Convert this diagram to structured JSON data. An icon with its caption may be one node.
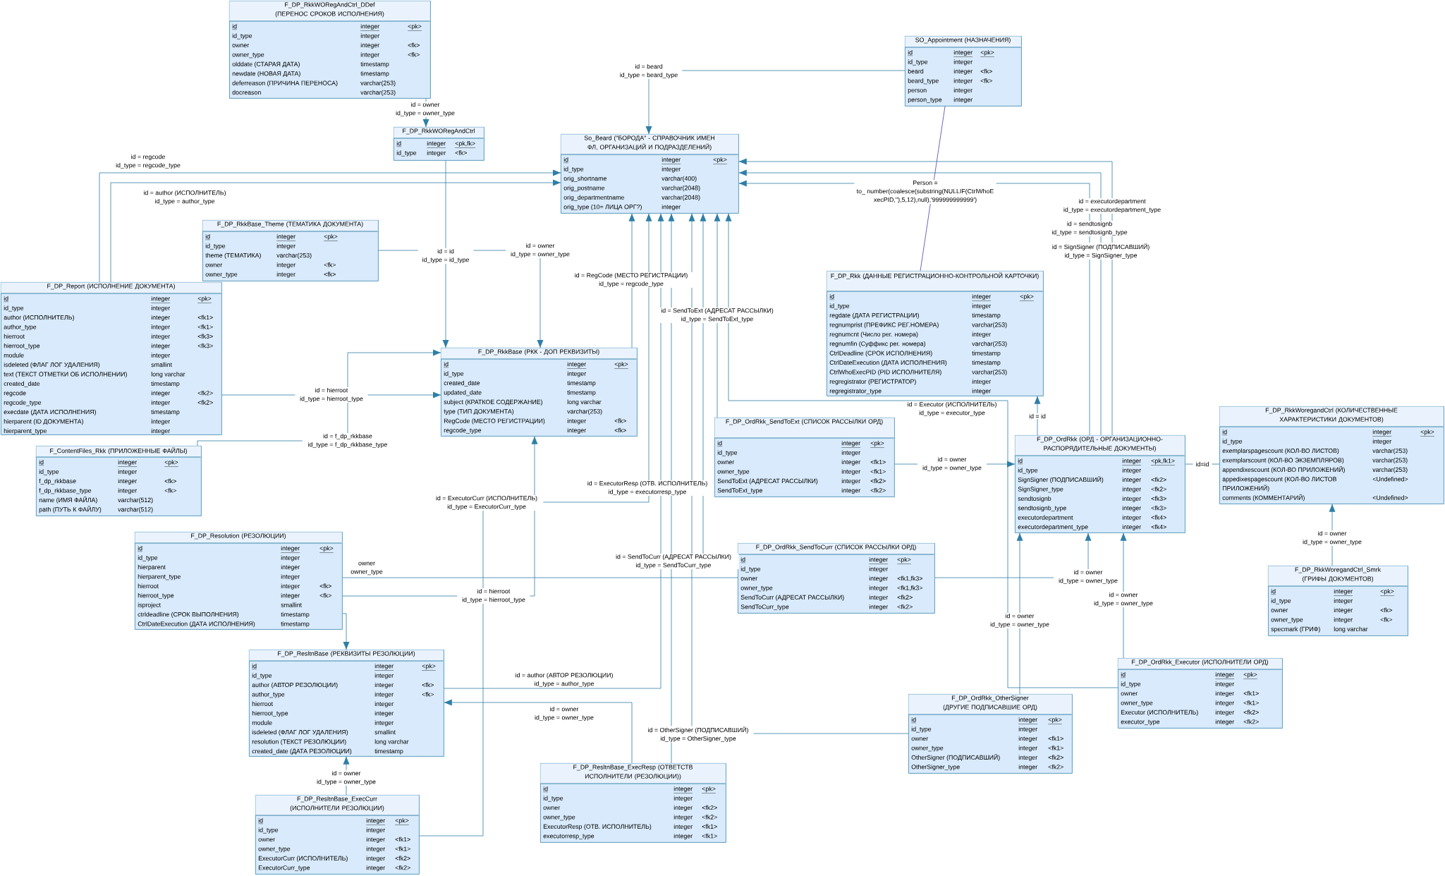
{
  "diagram": {
    "nodes": [
      {
        "text": [
          "F_DP_RkkWORegAndCtrl_DDef (ПЕРЕНОС СРОКОВ ИСПОЛНЕНИЯ)"
        ]
      },
      {
        "text": [
          "F_DP_RkkWORegAndCtrl"
        ]
      },
      {
        "text": [
          "SO_Appointment (НАЗНАЧЕНИЯ)"
        ]
      },
      {
        "text": [
          "So_Beard (\"БОРОДА\" - СПРАВОЧНИК ИМЕН ФЛ, ОРГАНИЗАЦИЙ И ПОДРАЗДЕЛЕНИЙ)"
        ]
      },
      {
        "text": [
          "F_DP_RkkBase_Theme (ТЕМАТИКА ДОКУМЕНТА)"
        ]
      },
      {
        "text": [
          "F_DP_Report (ИСПОЛНЕНИЕ ДОКУМЕНТА)"
        ]
      },
      {
        "text": [
          "F_DP_Rkk (ДАННЫЕ РЕГИСТРАЦИОННО-КОНТРОЛЬНОЙ КАРТОЧКИ)"
        ]
      },
      {
        "text": [
          "F_DP_RkkBase (РКК - ДОП РЕКВИЗИТЫ)"
        ]
      },
      {
        "text": [
          "F_ContentFiles_Rkk (ПРИЛОЖЕННЫЕ ФАЙЛЫ)"
        ]
      },
      {
        "text": [
          "F_DP_OrdRkk_SendToExt (СПИСОК РАССЫЛКИ ОРД)"
        ]
      },
      {
        "text": [
          "F_DP_RkkWoregandCtrl (КОЛИЧЕСТВЕННЫЕ ХАРАКТЕРИСТИКИ ДОКУМЕНТОВ)"
        ]
      },
      {
        "text": [
          "F_DP_OrdRkk (ОРД - ОРГАНИЗАЦИОННО-РАСПОРЯДИТЕЛЬНЫЕ ДОКУМЕНТЫ)"
        ]
      },
      {
        "text": [
          "F_DP_Resolution (РЕЗОЛЮЦИИ)"
        ]
      },
      {
        "text": [
          "F_DP_OrdRkk_SendToCurr (СПИСОК РАССЫЛКИ ОРД)"
        ]
      },
      {
        "text": [
          "F_DP_RkkWoregandCtrl_Smrk (ГРИФЫ ДОКУМЕНТОВ)"
        ]
      },
      {
        "text": [
          "F_DP_ResltnBase (РЕКВИЗИТЫ РЕЗОЛЮЦИИ)"
        ]
      },
      {
        "text": [
          "F_DP_OrdRkk_Executor (ИСПОЛНИТЕЛИ ОРД)"
        ]
      },
      {
        "text": [
          "F_DP_OrdRkk_OtherSigner (ДРУГИЕ ПОДПИСАВШИЕ ОРД)"
        ]
      },
      {
        "text": [
          "F_DP_ResltnBase_ExecResp (ОТВЕТСТВ ИСПОЛНИТЕЛИ (РЕЗОЛЮЦИИ))"
        ]
      },
      {
        "text": [
          "F_DP_ResltnBase_ExecCurr (ИСПОЛНИТЕЛИ РЕЗОЛЮЦИИ)"
        ]
      },
      {
        "text": [
          "id",
          "integer",
          "<pk>"
        ],
        "in": 0
      },
      {
        "text": [
          "id_type",
          "integer"
        ],
        "in": 0
      },
      {
        "text": [
          "owner",
          "integer",
          "<fk>"
        ],
        "in": 0
      },
      {
        "text": [
          "owner_type",
          "integer",
          "<fk>"
        ],
        "in": 0
      },
      {
        "text": [
          "olddate (СТАРАЯ ДАТА)",
          "timestamp"
        ],
        "in": 0
      },
      {
        "text": [
          "newdate (НОВАЯ ДАТА)",
          "timestamp"
        ],
        "in": 0
      },
      {
        "text": [
          "deferreason (ПРИЧИНА ПЕРЕНОСА)",
          "varchar(253)"
        ],
        "in": 0
      },
      {
        "text": [
          "docreason",
          "varchar(253)"
        ],
        "in": 0
      },
      {
        "text": [
          "id",
          "integer",
          "<pk,fk>"
        ],
        "in": 1
      },
      {
        "text": [
          "id_type",
          "integer",
          "<fk>"
        ],
        "in": 1
      },
      {
        "text": [
          "id",
          "integer",
          "<pk>"
        ],
        "in": 2
      },
      {
        "text": [
          "id_type",
          "integer"
        ],
        "in": 2
      },
      {
        "text": [
          "beard",
          "integer",
          "<fk>"
        ],
        "in": 2
      },
      {
        "text": [
          "beard_type",
          "integer",
          "<fk>"
        ],
        "in": 2
      },
      {
        "text": [
          "person",
          "integer"
        ],
        "in": 2
      },
      {
        "text": [
          "person_type",
          "integer"
        ],
        "in": 2
      },
      {
        "text": [
          "id",
          "integer",
          "<pk>"
        ],
        "in": 3
      },
      {
        "text": [
          "id_type",
          "integer"
        ],
        "in": 3
      },
      {
        "text": [
          "orig_shortname",
          "varchar(400)"
        ],
        "in": 3
      },
      {
        "text": [
          "orig_postname",
          "varchar(2048)"
        ],
        "in": 3
      },
      {
        "text": [
          "orig_departmentname",
          "varchar(2048)"
        ],
        "in": 3
      },
      {
        "text": [
          "orig_type (10= ЛИЦА ОРГ?)",
          "integer"
        ],
        "in": 3
      },
      {
        "text": [
          "id",
          "integer",
          "<pk>"
        ],
        "in": 4
      },
      {
        "text": [
          "id_type",
          "integer"
        ],
        "in": 4
      },
      {
        "text": [
          "theme (ТЕМАТИКА)",
          "varchar(253)"
        ],
        "in": 4
      },
      {
        "text": [
          "owner",
          "integer",
          "<fk>"
        ],
        "in": 4
      },
      {
        "text": [
          "owner_type",
          "integer",
          "<fk>"
        ],
        "in": 4
      },
      {
        "text": [
          "id",
          "integer",
          "<pk>"
        ],
        "in": 5
      },
      {
        "text": [
          "id_type",
          "integer"
        ],
        "in": 5
      },
      {
        "text": [
          "author (ИСПОЛНИТЕЛЬ)",
          "integer",
          "<fk1>"
        ],
        "in": 5
      },
      {
        "text": [
          "author_type",
          "integer",
          "<fk1>"
        ],
        "in": 5
      },
      {
        "text": [
          "hierroot",
          "integer",
          "<fk3>"
        ],
        "in": 5
      },
      {
        "text": [
          "hierroot_type",
          "integer",
          "<fk3>"
        ],
        "in": 5
      },
      {
        "text": [
          "module",
          "integer"
        ],
        "in": 5
      },
      {
        "text": [
          "isdeleted (ФЛАГ ЛОГ УДАЛЕНИЯ)",
          "smallint"
        ],
        "in": 5
      },
      {
        "text": [
          "text (ТЕКСТ ОТМЕТКИ ОБ ИСПОЛНЕНИИ)",
          "long varchar"
        ],
        "in": 5
      },
      {
        "text": [
          "created_date",
          "timestamp"
        ],
        "in": 5
      },
      {
        "text": [
          "regcode",
          "integer",
          "<fk2>"
        ],
        "in": 5
      },
      {
        "text": [
          "regcode_type",
          "integer",
          "<fk2>"
        ],
        "in": 5
      },
      {
        "text": [
          "execdate (ДАТА ИСПОЛНЕНИЯ)",
          "timestamp"
        ],
        "in": 5
      },
      {
        "text": [
          "hierparent (ID ДОКУМЕНТА)",
          "integer"
        ],
        "in": 5
      },
      {
        "text": [
          "hierparent_type",
          "integer"
        ],
        "in": 5
      },
      {
        "text": [
          "id",
          "integer",
          "<pk>"
        ],
        "in": 6
      },
      {
        "text": [
          "id_type",
          "integer"
        ],
        "in": 6
      },
      {
        "text": [
          "regdate (ДАТА РЕГИСТРАЦИИ)",
          "timestamp"
        ],
        "in": 6
      },
      {
        "text": [
          "regnumprist (ПРЕФИКС РЕГ.НОМЕРА)",
          "varchar(253)"
        ],
        "in": 6
      },
      {
        "text": [
          "regnumcnt (Число рег. номера)",
          "integer"
        ],
        "in": 6
      },
      {
        "text": [
          "regnumfin (Суффикс рег. номера)",
          "varchar(253)"
        ],
        "in": 6
      },
      {
        "text": [
          "CtrlDeadline (СРОК ИСПОЛНЕНИЯ)",
          "timestamp"
        ],
        "in": 6
      },
      {
        "text": [
          "CtrlDateExecution (ДАТА ИСПОЛНЕНИЯ)",
          "timestamp"
        ],
        "in": 6
      },
      {
        "text": [
          "CtrlWhoExecPID (PID ИСПОЛНИТЕЛЯ)",
          "varchar(253)"
        ],
        "in": 6
      },
      {
        "text": [
          "regregistrator (РЕГИСТРАТОР)",
          "integer"
        ],
        "in": 6
      },
      {
        "text": [
          "regregistrator_type",
          "integer"
        ],
        "in": 6
      },
      {
        "text": [
          "id",
          "integer",
          "<pk>"
        ],
        "in": 7
      },
      {
        "text": [
          "id_type",
          "integer"
        ],
        "in": 7
      },
      {
        "text": [
          "created_date",
          "timestamp"
        ],
        "in": 7
      },
      {
        "text": [
          "updated_date",
          "timestamp"
        ],
        "in": 7
      },
      {
        "text": [
          "subject (КРАТКОЕ СОДЕРЖАНИЕ)",
          "long varchar"
        ],
        "in": 7
      },
      {
        "text": [
          "type (ТИП ДОКУМЕНТА)",
          "varchar(253)"
        ],
        "in": 7
      },
      {
        "text": [
          "RegCode (МЕСТО РЕГИСТРАЦИИ)",
          "integer",
          "<fk>"
        ],
        "in": 7
      },
      {
        "text": [
          "regcode_type",
          "integer",
          "<fk>"
        ],
        "in": 7
      },
      {
        "text": [
          "id",
          "integer",
          "<pk>"
        ],
        "in": 8
      },
      {
        "text": [
          "id_type",
          "integer"
        ],
        "in": 8
      },
      {
        "text": [
          "f_dp_rkkbase",
          "integer",
          "<fk>"
        ],
        "in": 8
      },
      {
        "text": [
          "f_dp_rkkbase_type",
          "integer",
          "<fk>"
        ],
        "in": 8
      },
      {
        "text": [
          "name (ИМЯ ФАЙЛА)",
          "varchar(512)"
        ],
        "in": 8
      },
      {
        "text": [
          "path (ПУТЬ К ФАЙЛУ)",
          "varchar(512)"
        ],
        "in": 8
      },
      {
        "text": [
          "id",
          "integer",
          "<pk>"
        ],
        "in": 9
      },
      {
        "text": [
          "id_type",
          "integer"
        ],
        "in": 9
      },
      {
        "text": [
          "owner",
          "integer",
          "<fk1>"
        ],
        "in": 9
      },
      {
        "text": [
          "owner_type",
          "integer",
          "<fk1>"
        ],
        "in": 9
      },
      {
        "text": [
          "SendToExt (АДРЕСАТ РАССЫЛКИ)",
          "integer",
          "<fk2>"
        ],
        "in": 9
      },
      {
        "text": [
          "SendToExt_type",
          "integer",
          "<fk2>"
        ],
        "in": 9
      },
      {
        "text": [
          "id",
          "integer",
          "<pk>"
        ],
        "in": 10
      },
      {
        "text": [
          "id_type",
          "integer"
        ],
        "in": 10
      },
      {
        "text": [
          "exemplarspagescount (КОЛ-ВО ЛИСТОВ)",
          "varchar(253)"
        ],
        "in": 10
      },
      {
        "text": [
          "exemplarscount (КОЛ-ВО ЭКЗЕМПЛЯРОВ)",
          "varchar(253)"
        ],
        "in": 10
      },
      {
        "text": [
          "appendixescount (КОЛ-ВО ПРИЛОЖЕНИЙ)",
          "varchar(253)"
        ],
        "in": 10
      },
      {
        "text": [
          "appedixespagescount (КОЛ-ВО ЛИСТОВ ПРИЛОЖЕНИЙ)",
          "<Undefined>"
        ],
        "in": 10
      },
      {
        "text": [
          "comments (КОММЕНТАРИЙ)",
          "<Undefined>"
        ],
        "in": 10
      },
      {
        "text": [
          "id",
          "integer",
          "<pk,fk1>"
        ],
        "in": 11
      },
      {
        "text": [
          "id_type",
          "integer"
        ],
        "in": 11
      },
      {
        "text": [
          "SignSigner (ПОДПИСАВШИЙ)",
          "integer",
          "<fk2>"
        ],
        "in": 11
      },
      {
        "text": [
          "SignSigner_type",
          "integer",
          "<fk2>"
        ],
        "in": 11
      },
      {
        "text": [
          "sendtosignb",
          "integer",
          "<fk3>"
        ],
        "in": 11
      },
      {
        "text": [
          "sendtosignb_type",
          "integer",
          "<fk3>"
        ],
        "in": 11
      },
      {
        "text": [
          "executordepartment",
          "integer",
          "<fk4>"
        ],
        "in": 11
      },
      {
        "text": [
          "executordepartment_type",
          "integer",
          "<fk4>"
        ],
        "in": 11
      },
      {
        "text": [
          "id",
          "integer",
          "<pk>"
        ],
        "in": 12
      },
      {
        "text": [
          "id_type",
          "integer"
        ],
        "in": 12
      },
      {
        "text": [
          "hierparent",
          "integer"
        ],
        "in": 12
      },
      {
        "text": [
          "hierparent_type",
          "integer"
        ],
        "in": 12
      },
      {
        "text": [
          "hierroot",
          "integer",
          "<fk>"
        ],
        "in": 12
      },
      {
        "text": [
          "hierroot_type",
          "integer",
          "<fk>"
        ],
        "in": 12
      },
      {
        "text": [
          "isproject",
          "smallint"
        ],
        "in": 12
      },
      {
        "text": [
          "ctrldeadline (СРОК ВЫПОЛНЕНИЯ)",
          "timestamp"
        ],
        "in": 12
      },
      {
        "text": [
          "CtrlDateExecution (ДАТА ИСПОЛНЕНИЯ)",
          "timestamp"
        ],
        "in": 12
      },
      {
        "text": [
          "id",
          "integer",
          "<pk>"
        ],
        "in": 13
      },
      {
        "text": [
          "id_type",
          "integer"
        ],
        "in": 13
      },
      {
        "text": [
          "owner",
          "integer",
          "<fk1,fk3>"
        ],
        "in": 13
      },
      {
        "text": [
          "owner_type",
          "integer",
          "<fk1,fk3>"
        ],
        "in": 13
      },
      {
        "text": [
          "SendToCurr (АДРЕСАТ РАССЫЛКИ)",
          "integer",
          "<fk2>"
        ],
        "in": 13
      },
      {
        "text": [
          "SendToCurr_type",
          "integer",
          "<fk2>"
        ],
        "in": 13
      },
      {
        "text": [
          "id",
          "integer",
          "<pk>"
        ],
        "in": 14
      },
      {
        "text": [
          "id_type",
          "integer"
        ],
        "in": 14
      },
      {
        "text": [
          "owner",
          "integer",
          "<fk>"
        ],
        "in": 14
      },
      {
        "text": [
          "owner_type",
          "integer",
          "<fk>"
        ],
        "in": 14
      },
      {
        "text": [
          "specmark (ГРИФ)",
          "long varchar"
        ],
        "in": 14
      },
      {
        "text": [
          "id",
          "integer",
          "<pk>"
        ],
        "in": 15
      },
      {
        "text": [
          "id_type",
          "integer"
        ],
        "in": 15
      },
      {
        "text": [
          "author (АВТОР РЕЗОЛЮЦИИ)",
          "integer",
          "<fk>"
        ],
        "in": 15
      },
      {
        "text": [
          "author_type",
          "integer",
          "<fk>"
        ],
        "in": 15
      },
      {
        "text": [
          "hierroot",
          "integer"
        ],
        "in": 15
      },
      {
        "text": [
          "hierroot_type",
          "integer"
        ],
        "in": 15
      },
      {
        "text": [
          "module",
          "integer"
        ],
        "in": 15
      },
      {
        "text": [
          "isdeleted (ФЛАГ ЛОГ УДАЛЕНИЯ)",
          "smallint"
        ],
        "in": 15
      },
      {
        "text": [
          "resolution (ТЕКСТ РЕЗОЛЮЦИИ)",
          "long varchar"
        ],
        "in": 15
      },
      {
        "text": [
          "created_date (ДАТА РЕЗОЛЮЦИИ)",
          "timestamp"
        ],
        "in": 15
      },
      {
        "text": [
          "id",
          "integer",
          "<pk>"
        ],
        "in": 16
      },
      {
        "text": [
          "id_type",
          "integer"
        ],
        "in": 16
      },
      {
        "text": [
          "owner",
          "integer",
          "<fk1>"
        ],
        "in": 16
      },
      {
        "text": [
          "owner_type",
          "integer",
          "<fk1>"
        ],
        "in": 16
      },
      {
        "text": [
          "Executor (ИСПОЛНИТЕЛЬ)",
          "integer",
          "<fk2>"
        ],
        "in": 16
      },
      {
        "text": [
          "executor_type",
          "integer",
          "<fk2>"
        ],
        "in": 16
      },
      {
        "text": [
          "id",
          "integer",
          "<pk>"
        ],
        "in": 17
      },
      {
        "text": [
          "id_type",
          "integer"
        ],
        "in": 17
      },
      {
        "text": [
          "owner",
          "integer",
          "<fk1>"
        ],
        "in": 17
      },
      {
        "text": [
          "owner_type",
          "integer",
          "<fk1>"
        ],
        "in": 17
      },
      {
        "text": [
          "OtherSigner (ПОДПИСАВШИЙ)",
          "integer",
          "<fk2>"
        ],
        "in": 17
      },
      {
        "text": [
          "OtherSigner_type",
          "integer",
          "<fk2>"
        ],
        "in": 17
      },
      {
        "text": [
          "id",
          "integer",
          "<pk>"
        ],
        "in": 18
      },
      {
        "text": [
          "id_type",
          "integer"
        ],
        "in": 18
      },
      {
        "text": [
          "owner",
          "integer",
          "<fk2>"
        ],
        "in": 18
      },
      {
        "text": [
          "owner_type",
          "integer",
          "<fk2>"
        ],
        "in": 18
      },
      {
        "text": [
          "ExecutorResp (ОТВ. ИСПОЛНИТЕЛЬ)",
          "integer",
          "<fk1>"
        ],
        "in": 18
      },
      {
        "text": [
          "executorresp_type",
          "integer",
          "<fk1>"
        ],
        "in": 18
      },
      {
        "text": [
          "id",
          "integer",
          "<pk>"
        ],
        "in": 19
      },
      {
        "text": [
          "id_type",
          "integer"
        ],
        "in": 19
      },
      {
        "text": [
          "owner",
          "integer",
          "<fk1>"
        ],
        "in": 19
      },
      {
        "text": [
          "owner_type",
          "integer",
          "<fk1>"
        ],
        "in": 19
      },
      {
        "text": [
          "ExecutorCurr (ИСПОЛНИТЕЛЬ)",
          "integer",
          "<fk2>"
        ],
        "in": 19
      },
      {
        "text": [
          "ExecutorCurr_type",
          "integer",
          "<fk2>"
        ],
        "in": 19
      }
    ],
    "edges": [
      {
        "from": 0,
        "to": 1,
        "arrow": "to",
        "label": "id = owner id_type = owner_type"
      },
      {
        "from": 2,
        "to": 3,
        "arrow": "to",
        "label": "id = beard id_type = beard_type"
      },
      {
        "from": 6,
        "to": 2,
        "arrow": "none",
        "label": "Person = to_ number(coalesce(substring(NULLIF(CtrlWhoE xecPID,''),5,12),null),'999999999999')",
        "color": "#4b3cae"
      },
      {
        "from": 5,
        "to": 3,
        "arrow": "to",
        "label": "id = regcode id_type = regcode_type"
      },
      {
        "from": 5,
        "to": 3,
        "arrow": "to",
        "label": "id = author (ИСПОЛНИТЕЛЬ) id_type = author_type"
      },
      {
        "from": 11,
        "to": 3,
        "arrow": "to",
        "label": "id = executordepartment id_type = executordepartment_type"
      },
      {
        "from": 11,
        "to": 3,
        "arrow": "to",
        "label": "id = SignSigner (ПОДПИСАВШИЙ) id_type = SignSigner_type"
      },
      {
        "from": 11,
        "to": 3,
        "arrow": "to",
        "label": "id = sendtosignb id_type = sendtosignb_type"
      },
      {
        "from": 7,
        "to": 3,
        "arrow": "to",
        "label": "id = RegCode (МЕСТО РЕГИСТРАЦИИ) id_type = regcode_type"
      },
      {
        "from": 16,
        "to": 3,
        "arrow": "to",
        "label": "id = Executor (ИСПОЛНИТЕЛЬ) id_type = executor_type"
      },
      {
        "from": 9,
        "to": 3,
        "arrow": "to",
        "label": "id = SendToExt (АДРЕСАТ РАССЫЛКИ) id_type = SendToExt_type"
      },
      {
        "from": 19,
        "to": 3,
        "arrow": "to",
        "label": "id = ExecutorCurr (ИСПОЛНИТЕЛЬ) id_type = ExecutorCurr_type"
      },
      {
        "from": 15,
        "to": 3,
        "arrow": "to",
        "label": "id = author (АВТОР РЕЗОЛЮЦИИ) id_type = author_type"
      },
      {
        "from": 18,
        "to": 3,
        "arrow": "to",
        "label": "id = ExecutorResp (ОТВ. ИСПОЛНИТЕЛЬ) id_type = executorresp_type"
      },
      {
        "from": 17,
        "to": 3,
        "arrow": "to",
        "label": "id = OtherSigner (ПОДПИСАВШИЙ) id_type = OtherSigner_type"
      },
      {
        "from": 13,
        "to": 3,
        "arrow": "to",
        "label": "id = SendToCurr (АДРЕСАТ РАССЫЛКИ) id_type = SendToCurr_type"
      },
      {
        "from": 1,
        "to": 7,
        "arrow": "to",
        "label": "id = id id_type = id_type"
      },
      {
        "from": 4,
        "to": 7,
        "arrow": "to",
        "label": "id = owner id_type = owner_type"
      },
      {
        "from": 5,
        "to": 7,
        "arrow": "to",
        "label": "id = hierroot id_type = hierroot_type"
      },
      {
        "from": 8,
        "to": 7,
        "arrow": "to",
        "label": "id = f_dp_rkkbase id_type = f_dp_rkkbase_type"
      },
      {
        "from": 12,
        "to": 7,
        "arrow": "to",
        "label": "id = hierroot id_type = hierroot_type"
      },
      {
        "from": 13,
        "to": 12,
        "arrow": "none",
        "label": "owner owner_type"
      },
      {
        "from": 12,
        "to": 15,
        "arrow": "to"
      },
      {
        "from": 19,
        "to": 15,
        "arrow": "to",
        "label": "id = owner id_type = owner_type"
      },
      {
        "from": 18,
        "to": 15,
        "arrow": "to",
        "label": "id = owner id_type = owner_type"
      },
      {
        "from": 11,
        "to": 6,
        "arrow": "to",
        "label": "id = id"
      },
      {
        "from": 9,
        "to": 11,
        "arrow": "to",
        "label": "id = owner id_type = owner_type"
      },
      {
        "from": 11,
        "to": 10,
        "arrow": "none",
        "label": "id=id"
      },
      {
        "from": 13,
        "to": 11,
        "arrow": "to",
        "label": "id = owner id_type = owner_type"
      },
      {
        "from": 16,
        "to": 11,
        "arrow": "to",
        "label": "id = owner id_type = owner_type"
      },
      {
        "from": 17,
        "to": 11,
        "arrow": "to",
        "label": "id = owner id_type = owner_type"
      },
      {
        "from": 14,
        "to": 10,
        "arrow": "to",
        "label": "id = owner id_type = owner_type"
      }
    ]
  }
}
